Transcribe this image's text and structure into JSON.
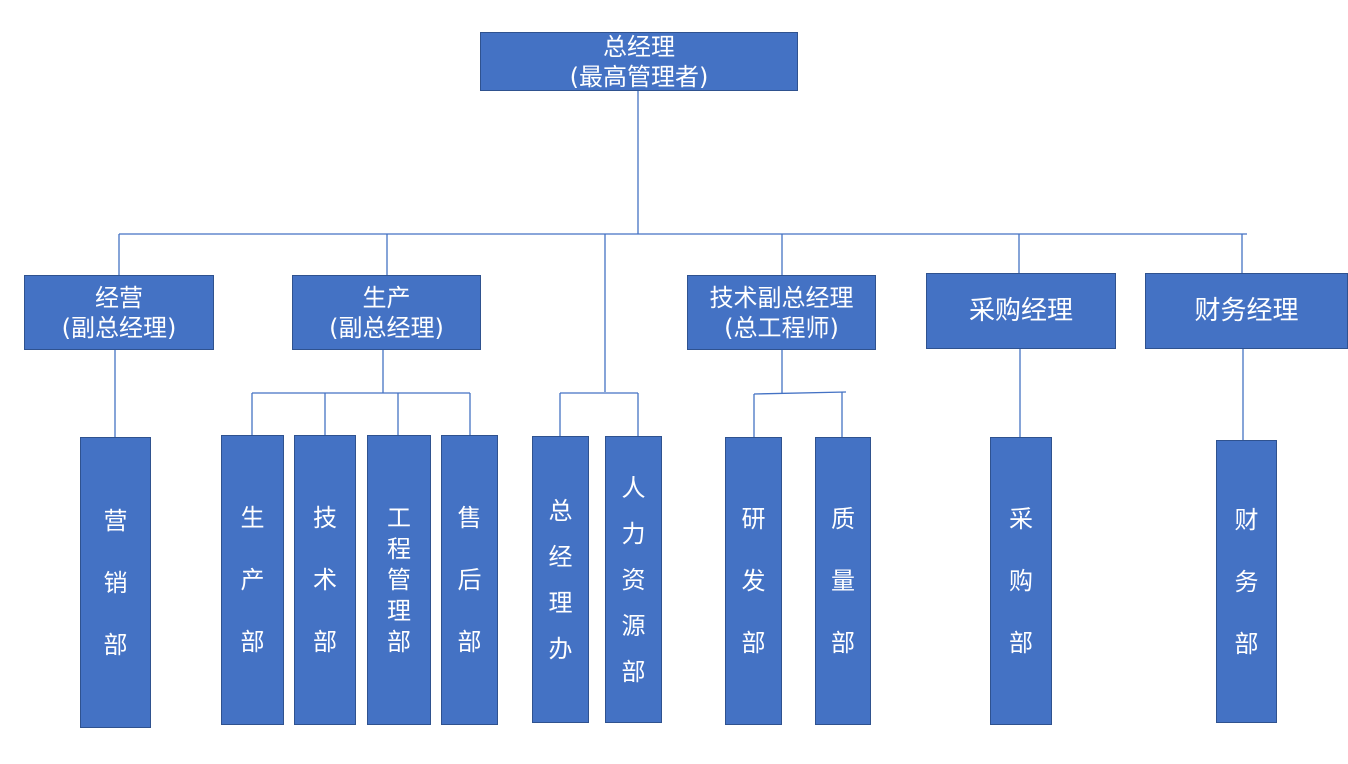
{
  "top": {
    "title": "总经理",
    "subtitle": "(最高管理者)"
  },
  "managers": [
    {
      "id": "sales",
      "title": "经营",
      "subtitle": "(副总经理)"
    },
    {
      "id": "production",
      "title": "生产",
      "subtitle": "(副总经理)"
    },
    {
      "id": "tech",
      "title": "技术副总经理",
      "subtitle": "(总工程师)"
    },
    {
      "id": "purchase",
      "title": "采购经理"
    },
    {
      "id": "finance",
      "title": "财务经理"
    }
  ],
  "departments": [
    {
      "id": "marketing",
      "label": "营销部"
    },
    {
      "id": "production-dept",
      "label": "生产部"
    },
    {
      "id": "technology-dept",
      "label": "技术部"
    },
    {
      "id": "engineering-dept",
      "label": "工程管理部"
    },
    {
      "id": "after-sales",
      "label": "售后部"
    },
    {
      "id": "gm-office",
      "label": "总经理办"
    },
    {
      "id": "hr-dept",
      "label": "人力资源部"
    },
    {
      "id": "rd-dept",
      "label": "研发部"
    },
    {
      "id": "quality-dept",
      "label": "质量部"
    },
    {
      "id": "purchasing-dept",
      "label": "采购部"
    },
    {
      "id": "finance-dept",
      "label": "财务部"
    }
  ],
  "colors": {
    "box": "#4472C4",
    "line": "#4472C4"
  }
}
